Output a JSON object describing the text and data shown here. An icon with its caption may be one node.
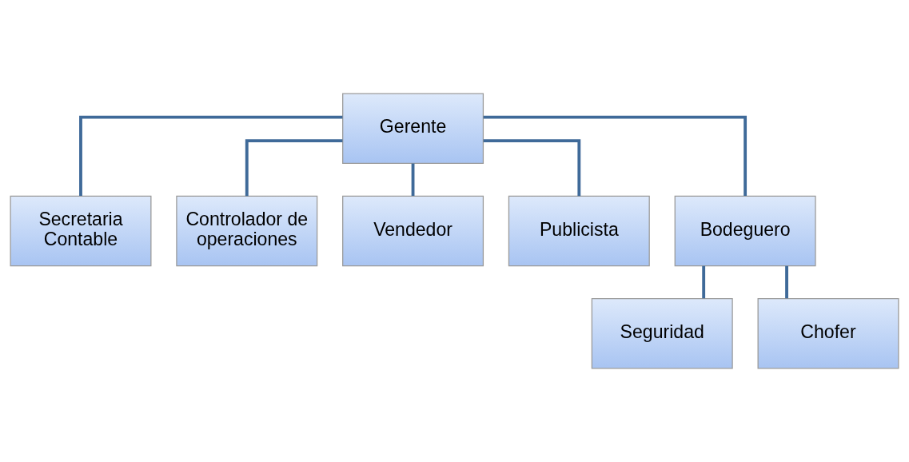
{
  "diagram": {
    "nodes": [
      {
        "text": [
          "Gerente"
        ]
      },
      {
        "text": [
          "Secretaria Contable"
        ]
      },
      {
        "text": [
          "Controlador de operaciones"
        ]
      },
      {
        "text": [
          "Vendedor"
        ]
      },
      {
        "text": [
          "Publicista"
        ]
      },
      {
        "text": [
          "Bodeguero"
        ]
      },
      {
        "text": [
          "Seguridad"
        ]
      },
      {
        "text": [
          "Chofer"
        ]
      }
    ],
    "edges": [
      {
        "from": 0,
        "to": 1,
        "arrow": "none"
      },
      {
        "from": 0,
        "to": 2,
        "arrow": "none"
      },
      {
        "from": 0,
        "to": 3,
        "arrow": "none"
      },
      {
        "from": 0,
        "to": 4,
        "arrow": "none"
      },
      {
        "from": 0,
        "to": 5,
        "arrow": "none"
      },
      {
        "from": 5,
        "to": 6,
        "arrow": "none"
      },
      {
        "from": 5,
        "to": 7,
        "arrow": "none"
      }
    ]
  }
}
